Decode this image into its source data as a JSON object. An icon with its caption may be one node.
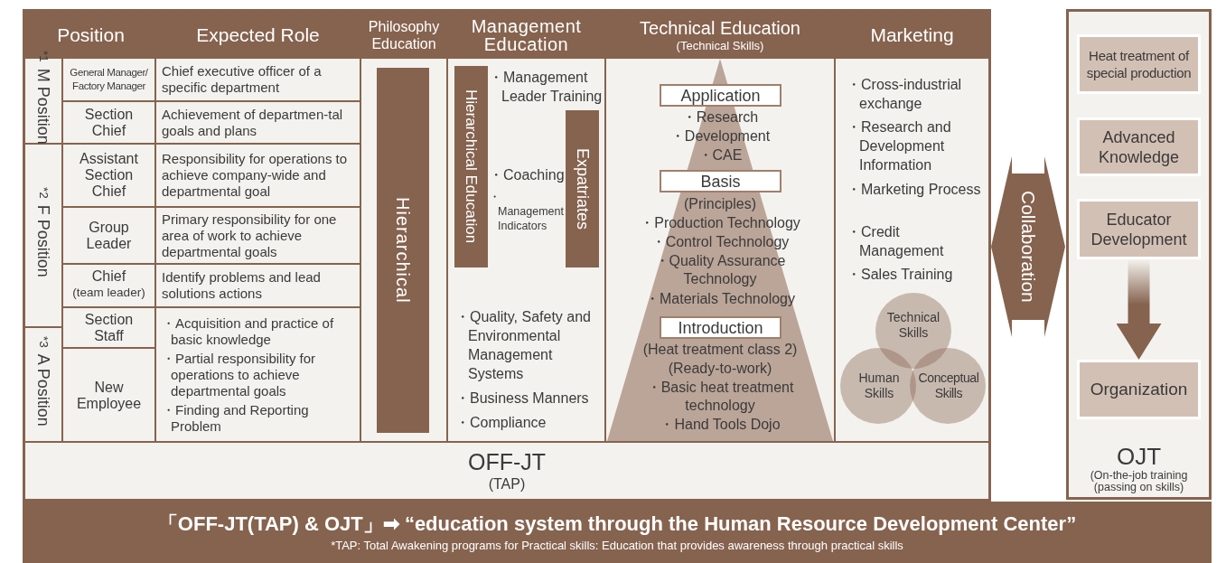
{
  "diagram": {
    "nodes": [
      {
        "text": [
          "OFF-JT",
          "(TAP)"
        ]
      },
      {
        "text": [
          "Position"
        ],
        "in": 0
      },
      {
        "text": [
          "$^{*1}$M Position"
        ],
        "in": 1
      },
      {
        "text": [
          "$^{*2}$F Position"
        ],
        "in": 1
      },
      {
        "text": [
          "$^{*3}$A Position"
        ],
        "in": 1
      },
      {
        "text": [
          "General Manager/ Factory Manager"
        ],
        "in": 1
      },
      {
        "text": [
          "Section Chief"
        ],
        "in": 1
      },
      {
        "text": [
          "Assistant Section Chief"
        ],
        "in": 1
      },
      {
        "text": [
          "Group Leader"
        ],
        "in": 1
      },
      {
        "text": [
          "Chief",
          "(team leader)"
        ],
        "in": 1
      },
      {
        "text": [
          "Section Staff"
        ],
        "in": 1
      },
      {
        "text": [
          "New Employee"
        ],
        "in": 1
      },
      {
        "text": [
          "Expected Role"
        ],
        "in": 0
      },
      {
        "text": [
          "Chief executive officer of a specific department"
        ],
        "in": 12
      },
      {
        "text": [
          "Achievement of departmen-tal goals and plans"
        ],
        "in": 12
      },
      {
        "text": [
          "Responsibility for operations to achieve company-wide and departmental goal"
        ],
        "in": 12
      },
      {
        "text": [
          "Primary responsibility for one area of work to achieve departmental goals"
        ],
        "in": 12
      },
      {
        "text": [
          "Identify problems and lead solutions actions"
        ],
        "in": 12
      },
      {
        "text": [
          "・Acquisition and practice of basic knowledge",
          "・Partial responsibility for operations to achieve departmental goals",
          "・Finding and Reporting Problem"
        ],
        "in": 12
      },
      {
        "text": [
          "Philosophy Education"
        ],
        "in": 0
      },
      {
        "text": [
          "Hierarchical"
        ],
        "in": 19
      },
      {
        "text": [
          "Management Education",
          "・Management Leader Training",
          "・Coaching",
          "・Management Indicators",
          "・Quality, Safety and Environmental Management Systems",
          "・Business Manners",
          "・Compliance"
        ],
        "in": 0
      },
      {
        "text": [
          "Hierarchical Education"
        ],
        "in": 21
      },
      {
        "text": [
          "Expatriates"
        ],
        "in": 21
      },
      {
        "text": [
          "Technical Education",
          "(Technical Skills)"
        ],
        "in": 0
      },
      {
        "text": [
          "・Research",
          "・Development",
          "・CAE",
          "(Principles)",
          "・Production Technology",
          "・Control Technology",
          "・Quality Assurance Technology",
          "・Materials Technology",
          "(Heat treatment class 2)",
          "(Ready-to-work)",
          "・Basic heat treatment technology",
          "・Hand Tools Dojo"
        ],
        "in": 24
      },
      {
        "text": [
          "Application"
        ],
        "in": 25
      },
      {
        "text": [
          "Basis"
        ],
        "in": 25
      },
      {
        "text": [
          "Introduction"
        ],
        "in": 25
      },
      {
        "text": [
          "Marketing",
          "・Cross-industrial exchange",
          "・Research and Development Information",
          "・Marketing Process",
          "・Credit Management",
          "・Sales Training"
        ],
        "in": 0
      },
      {
        "text": [
          "Technical Skills"
        ],
        "in": 29
      },
      {
        "text": [
          "Human Skills"
        ],
        "in": 29
      },
      {
        "text": [
          "Conceptual Skills"
        ],
        "in": 29
      },
      {
        "text": [
          "Collaboration"
        ]
      },
      {
        "text": [
          "OJT",
          "(On-the-job training (passing on skills)"
        ]
      },
      {
        "text": [
          "Heat treatment of special production"
        ],
        "in": 34
      },
      {
        "text": [
          "Advanced Knowledge"
        ],
        "in": 34
      },
      {
        "text": [
          "Educator Development"
        ],
        "in": 34
      },
      {
        "text": [
          "Organization"
        ],
        "in": 34
      },
      {
        "text": [
          "「OFF-JT(TAP) & OJT」➡ “education system through the Human Resource Development Center”",
          "*TAP: Total Awakening programs for Practical skills: Education that provides awareness through practical skills"
        ]
      }
    ],
    "edges": [
      {
        "from": 37,
        "to": 38,
        "arrow": "to",
        "style": "thick"
      }
    ]
  }
}
